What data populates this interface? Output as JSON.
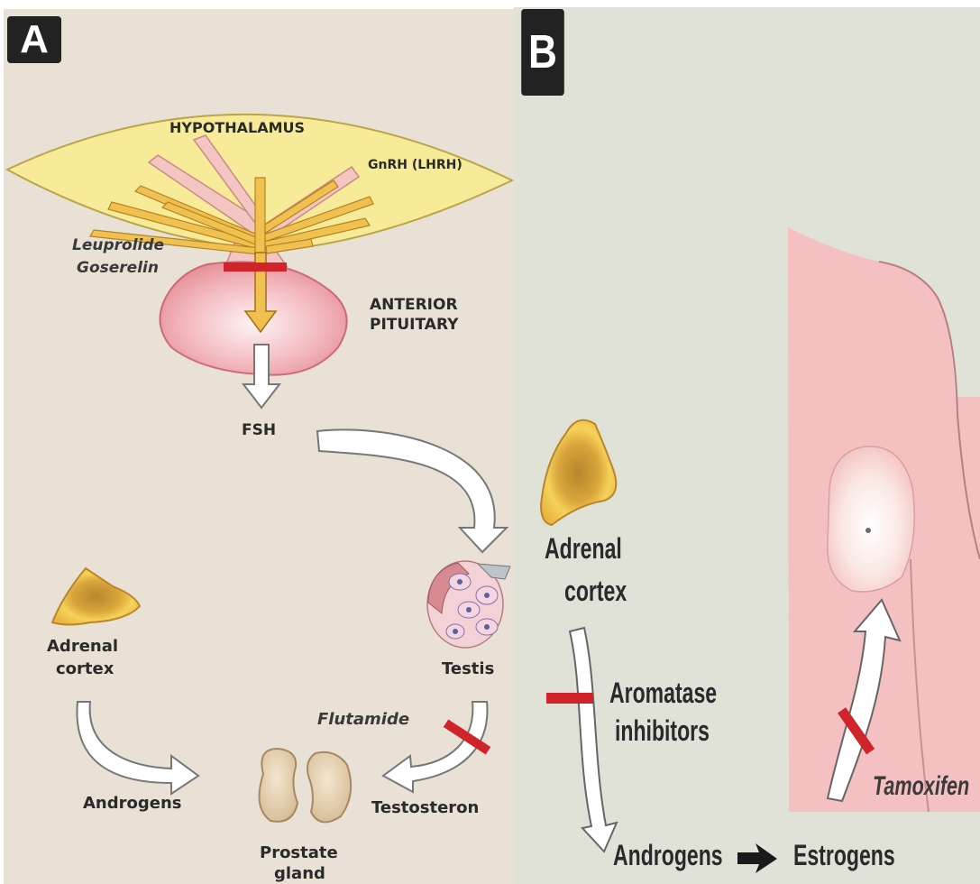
{
  "panels": {
    "a": {
      "badge": "A",
      "hypothalamus": "HYPOTHALAMUS",
      "gnrh": "GnRH (LHRH)",
      "drug1": "Leuprolide",
      "drug2": "Goserelin",
      "anterior1": "ANTERIOR",
      "anterior2": "PITUITARY",
      "fsh": "FSH",
      "adrenal1": "Adrenal",
      "adrenal2": "cortex",
      "testis": "Testis",
      "flutamide": "Flutamide",
      "androgens": "Androgens",
      "testosterone": "Testosteron",
      "prostate1": "Prostate",
      "prostate2": "gland"
    },
    "b": {
      "badge": "B",
      "adrenal1": "Adrenal",
      "adrenal2": "cortex",
      "aromatase1": "Aromatase",
      "aromatase2": "inhibitors",
      "tamoxifen": "Tamoxifen",
      "androgens": "Androgens",
      "estrogens": "Estrogens"
    }
  },
  "colors": {
    "panel_a_bg": "#e9e0d6",
    "panel_b_bg": "#e1e2d7",
    "hypothalamus_fill": "#f7ea98",
    "pituitary_fill": "#eeaab0",
    "nerve_fill": "#f0c050",
    "block_bar": "#d0232a",
    "adrenal_fill": "#f4c94a",
    "skin_fill": "#f4c0c2"
  }
}
